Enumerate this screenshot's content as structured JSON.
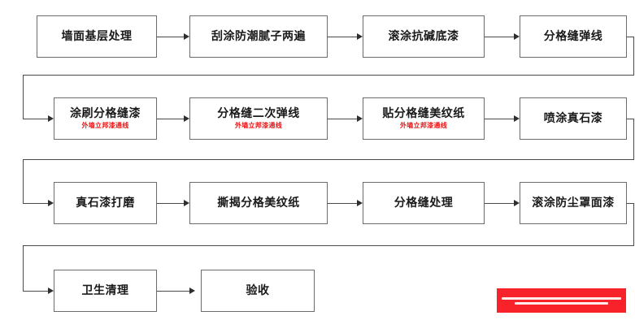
{
  "diagram": {
    "type": "flowchart",
    "orientation": "serpentine-left-to-right",
    "background_color": "#ffffff",
    "box_border_color": "#6b6b6b",
    "connector_color": "#4a4a4a",
    "accent_color": "#ee1111",
    "watermark_color": "#f8232a",
    "rows": [
      {
        "row_index": 1,
        "nodes": [
          {
            "id": "n1",
            "title": "墙面基层处理",
            "subtitle": ""
          },
          {
            "id": "n2",
            "title": "刮涂防潮腻子两遍",
            "subtitle": ""
          },
          {
            "id": "n3",
            "title": "滚涂抗碱底漆",
            "subtitle": ""
          },
          {
            "id": "n4",
            "title": "分格缝弹线",
            "subtitle": ""
          }
        ]
      },
      {
        "row_index": 2,
        "nodes": [
          {
            "id": "n5",
            "title": "涂刷分格缝漆",
            "subtitle": "外墙立邦漆通线"
          },
          {
            "id": "n6",
            "title": "分格缝二次弹线",
            "subtitle": "外墙立邦漆通线"
          },
          {
            "id": "n7",
            "title": "贴分格缝美纹纸",
            "subtitle": "外墙立邦漆通线"
          },
          {
            "id": "n8",
            "title": "喷涂真石漆",
            "subtitle": ""
          }
        ]
      },
      {
        "row_index": 3,
        "nodes": [
          {
            "id": "n9",
            "title": "真石漆打磨",
            "subtitle": ""
          },
          {
            "id": "n10",
            "title": "撕揭分格美纹纸",
            "subtitle": ""
          },
          {
            "id": "n11",
            "title": "分格缝处理",
            "subtitle": ""
          },
          {
            "id": "n12",
            "title": "滚涂防尘罩面漆",
            "subtitle": ""
          }
        ]
      },
      {
        "row_index": 4,
        "nodes": [
          {
            "id": "n13",
            "title": "卫生清理",
            "subtitle": ""
          },
          {
            "id": "n14",
            "title": "验收",
            "subtitle": ""
          }
        ]
      }
    ],
    "watermark": {
      "label": "watermark-banner",
      "text": ""
    }
  }
}
